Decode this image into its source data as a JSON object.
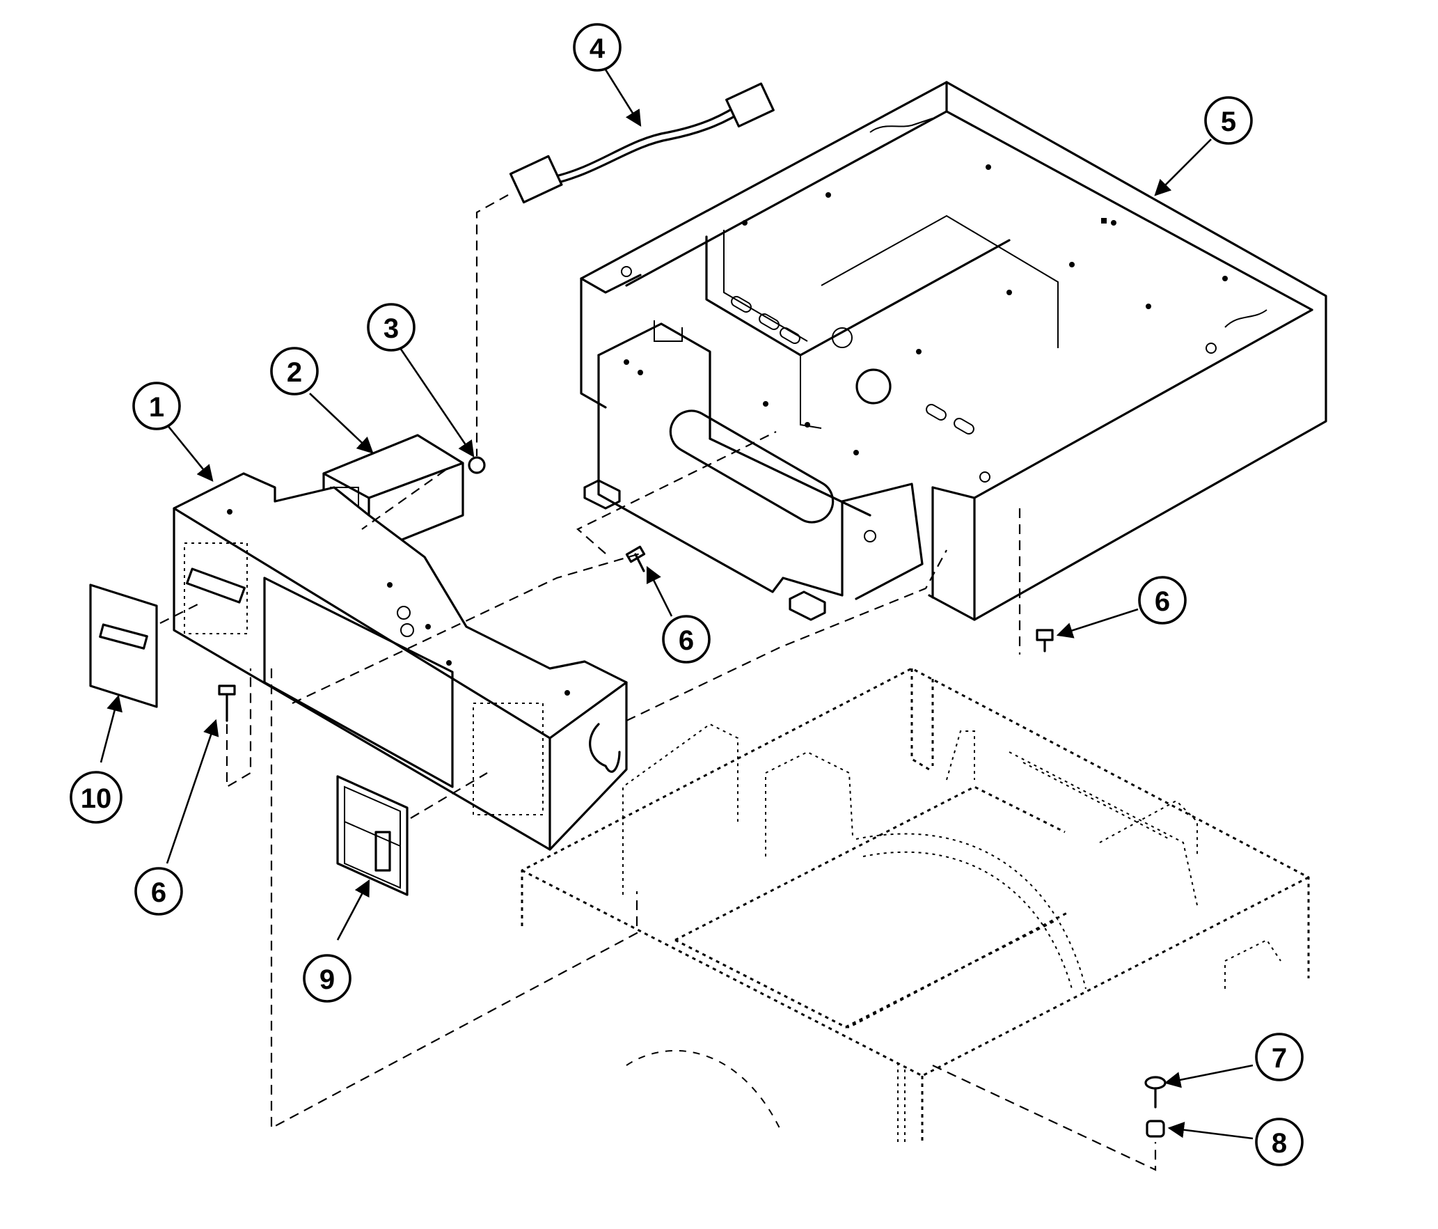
{
  "callouts": [
    {
      "id": "c1",
      "label": "1"
    },
    {
      "id": "c2",
      "label": "2"
    },
    {
      "id": "c3",
      "label": "3"
    },
    {
      "id": "c4",
      "label": "4"
    },
    {
      "id": "c5",
      "label": "5"
    },
    {
      "id": "c6a",
      "label": "6"
    },
    {
      "id": "c6b",
      "label": "6"
    },
    {
      "id": "c6c",
      "label": "6"
    },
    {
      "id": "c7",
      "label": "7"
    },
    {
      "id": "c8",
      "label": "8"
    },
    {
      "id": "c9",
      "label": "9"
    },
    {
      "id": "c10",
      "label": "10"
    }
  ],
  "colors": {
    "line": "#000000",
    "background": "#ffffff"
  }
}
